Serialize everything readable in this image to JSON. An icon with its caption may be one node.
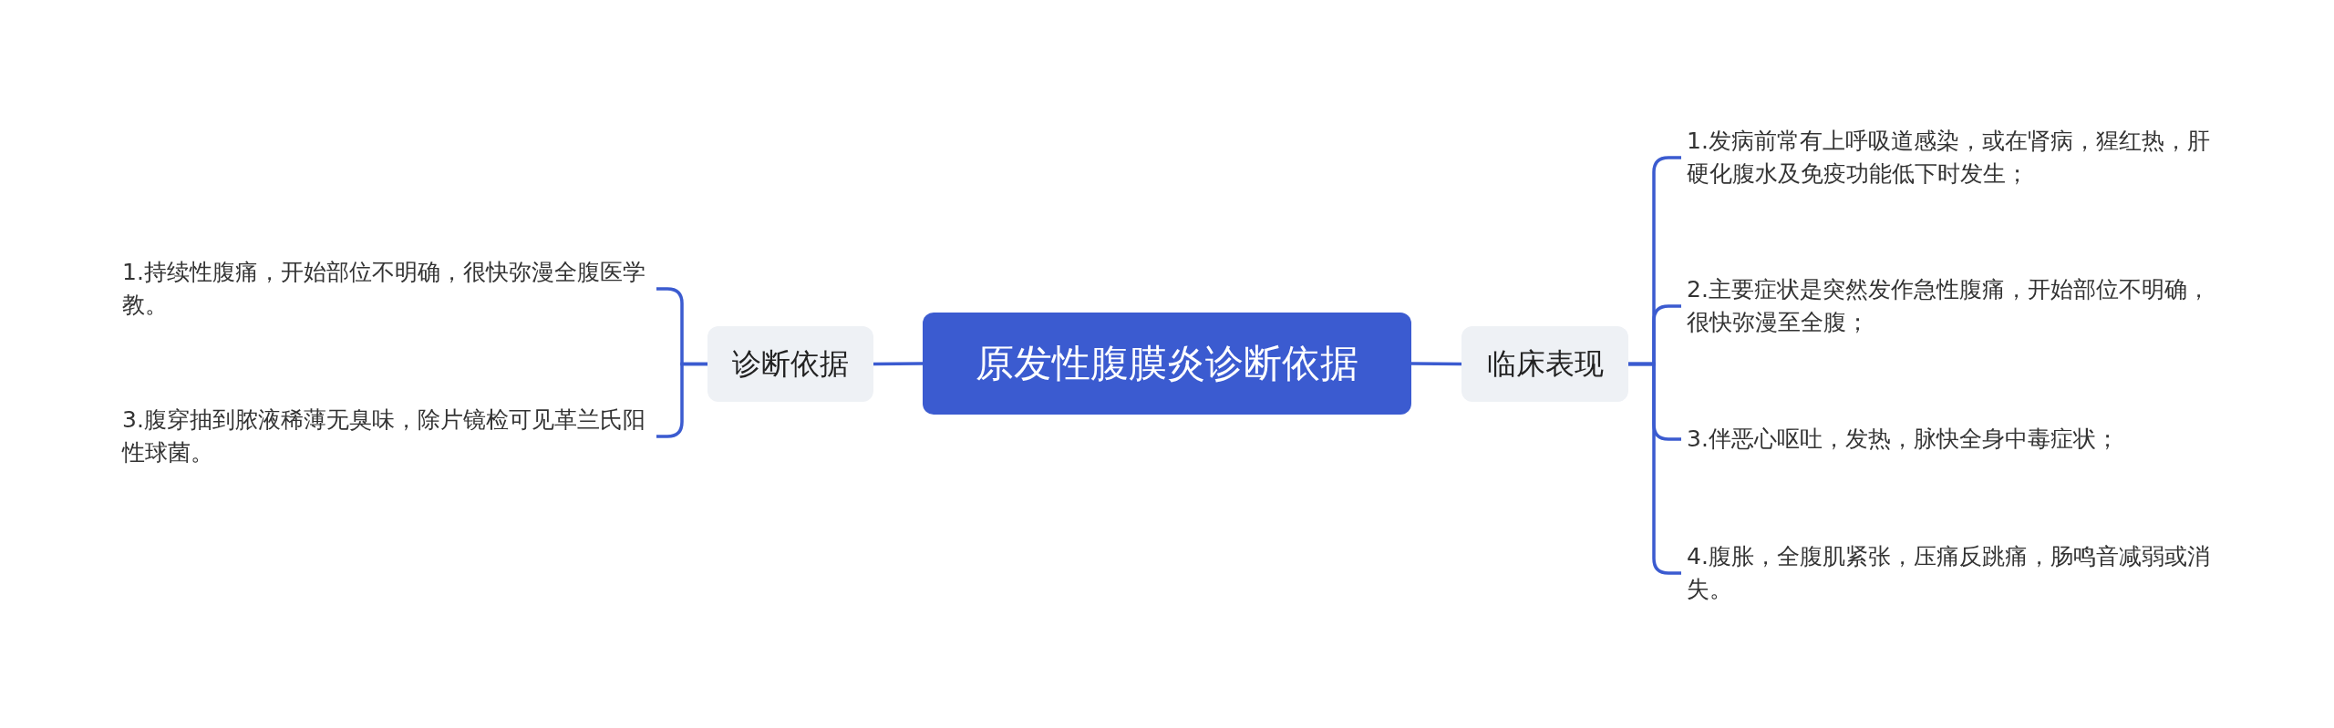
{
  "diagram": {
    "nodes": [
      {
        "text": [
          "原发性腹膜炎诊断依据"
        ]
      },
      {
        "text": [
          "诊断依据"
        ]
      },
      {
        "text": [
          "临床表现"
        ]
      },
      {
        "text": [
          "1.持续性腹痛，开始部位不明确，很快弥漫全腹医学教。"
        ]
      },
      {
        "text": [
          "3.腹穿抽到脓液稀薄无臭味，除片镜检可见革兰氏阳性球菌。"
        ]
      },
      {
        "text": [
          "1.发病前常有上呼吸道感染，或在肾病，猩红热，肝硬化腹水及免疫功能低下时发生；"
        ]
      },
      {
        "text": [
          "2.主要症状是突然发作急性腹痛，开始部位不明确，很快弥漫至全腹；"
        ]
      },
      {
        "text": [
          "3.伴恶心呕吐，发热，脉快全身中毒症状；"
        ]
      },
      {
        "text": [
          "4.腹胀，全腹肌紧张，压痛反跳痛，肠鸣音减弱或消失。"
        ]
      }
    ],
    "edges": [
      {
        "from": 0,
        "to": 1,
        "arrow": "none"
      },
      {
        "from": 0,
        "to": 2,
        "arrow": "none"
      },
      {
        "from": 1,
        "to": 3,
        "arrow": "none"
      },
      {
        "from": 1,
        "to": 4,
        "arrow": "none"
      },
      {
        "from": 2,
        "to": 5,
        "arrow": "none"
      },
      {
        "from": 2,
        "to": 6,
        "arrow": "none"
      },
      {
        "from": 2,
        "to": 7,
        "arrow": "none"
      },
      {
        "from": 2,
        "to": 8,
        "arrow": "none"
      }
    ]
  }
}
